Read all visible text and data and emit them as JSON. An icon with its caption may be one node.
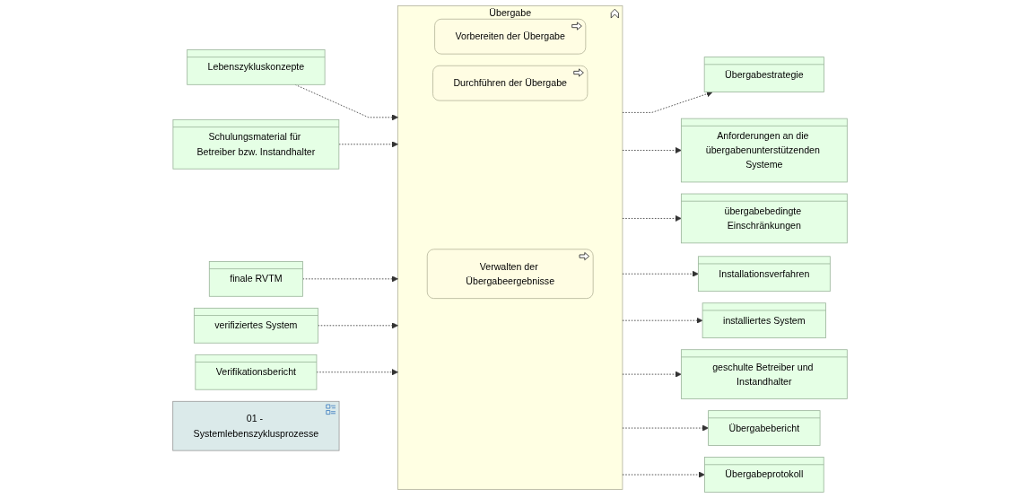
{
  "diagram": {
    "nodes": [
      {
        "text": [
          "Lebenszykluskonzepte"
        ]
      },
      {
        "text": [
          "Schulungsmaterial für Betreiber bzw. Instandhalter"
        ]
      },
      {
        "text": [
          "finale RVTM"
        ]
      },
      {
        "text": [
          "verifiziertes System"
        ]
      },
      {
        "text": [
          "Verifikationsbericht"
        ]
      },
      {
        "text": [
          "Übergabe"
        ]
      },
      {
        "text": [
          "Vorbereiten der Übergabe"
        ],
        "in": 5
      },
      {
        "text": [
          "Durchführen der Übergabe"
        ],
        "in": 5
      },
      {
        "text": [
          "Verwalten der Übergabeergebnisse"
        ],
        "in": 5
      },
      {
        "text": [
          "Übergabestrategie"
        ]
      },
      {
        "text": [
          "Anforderungen an die übergabenunterstützenden Systeme"
        ]
      },
      {
        "text": [
          "übergabebedingte Einschränkungen"
        ]
      },
      {
        "text": [
          "Installationsverfahren"
        ]
      },
      {
        "text": [
          "installiertes System"
        ]
      },
      {
        "text": [
          "geschulte Betreiber und Instandhalter"
        ]
      },
      {
        "text": [
          "Übergabebericht"
        ]
      },
      {
        "text": [
          "Übergabeprotokoll"
        ]
      },
      {
        "text": [
          "01 - Systemlebenszyklusprozesse"
        ]
      }
    ],
    "edges": [
      {
        "from": 0,
        "to": 5,
        "arrow": "to",
        "style": "dashed"
      },
      {
        "from": 1,
        "to": 5,
        "arrow": "to",
        "style": "dashed"
      },
      {
        "from": 2,
        "to": 5,
        "arrow": "to",
        "style": "dashed"
      },
      {
        "from": 3,
        "to": 5,
        "arrow": "to",
        "style": "dashed"
      },
      {
        "from": 4,
        "to": 5,
        "arrow": "to",
        "style": "dashed"
      },
      {
        "from": 5,
        "to": 9,
        "arrow": "to",
        "style": "dashed"
      },
      {
        "from": 5,
        "to": 10,
        "arrow": "to",
        "style": "dashed"
      },
      {
        "from": 5,
        "to": 11,
        "arrow": "to",
        "style": "dashed"
      },
      {
        "from": 5,
        "to": 12,
        "arrow": "to",
        "style": "dashed"
      },
      {
        "from": 5,
        "to": 13,
        "arrow": "to",
        "style": "dashed"
      },
      {
        "from": 5,
        "to": 14,
        "arrow": "to",
        "style": "dashed"
      },
      {
        "from": 5,
        "to": 15,
        "arrow": "to",
        "style": "dashed"
      },
      {
        "from": 5,
        "to": 16,
        "arrow": "to",
        "style": "dashed"
      }
    ]
  }
}
